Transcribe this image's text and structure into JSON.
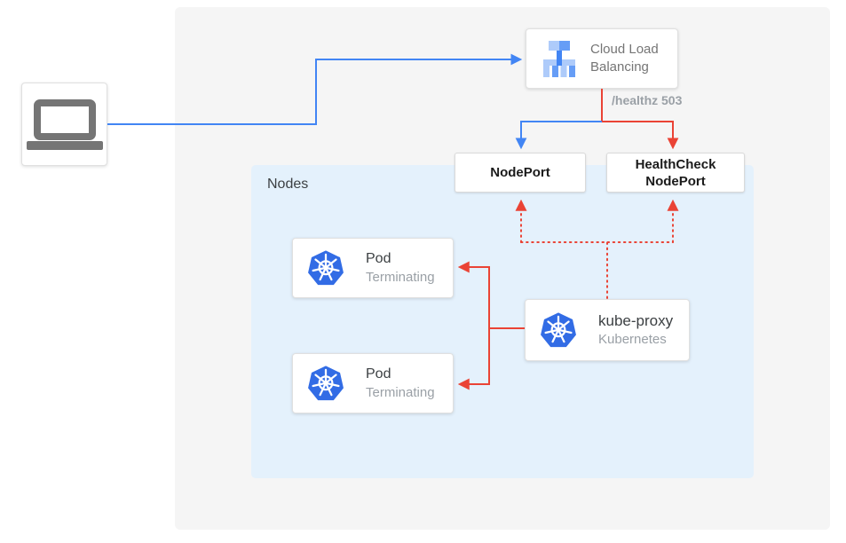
{
  "colors": {
    "blue": "#4285F4",
    "red": "#EA4335",
    "canvas_bg": "#F5F5F5",
    "nodes_bg": "#E4F1FC",
    "kubernetes_blue": "#326CE5",
    "icon_gray": "#757575"
  },
  "client": {
    "icon": "laptop-icon"
  },
  "cloud_load_balancing": {
    "title": "Cloud Load Balancing",
    "icon": "cloud-load-balancing-icon"
  },
  "labels": {
    "healthz": "/healthz 503",
    "nodes": "Nodes"
  },
  "nodeport": {
    "label": "NodePort"
  },
  "healthcheck_nodeport": {
    "line1": "HealthCheck",
    "line2": "NodePort"
  },
  "pods": [
    {
      "title": "Pod",
      "status": "Terminating",
      "icon": "kubernetes-icon"
    },
    {
      "title": "Pod",
      "status": "Terminating",
      "icon": "kubernetes-icon"
    }
  ],
  "kube_proxy": {
    "title": "kube-proxy",
    "subtitle": "Kubernetes",
    "icon": "kubernetes-icon"
  }
}
